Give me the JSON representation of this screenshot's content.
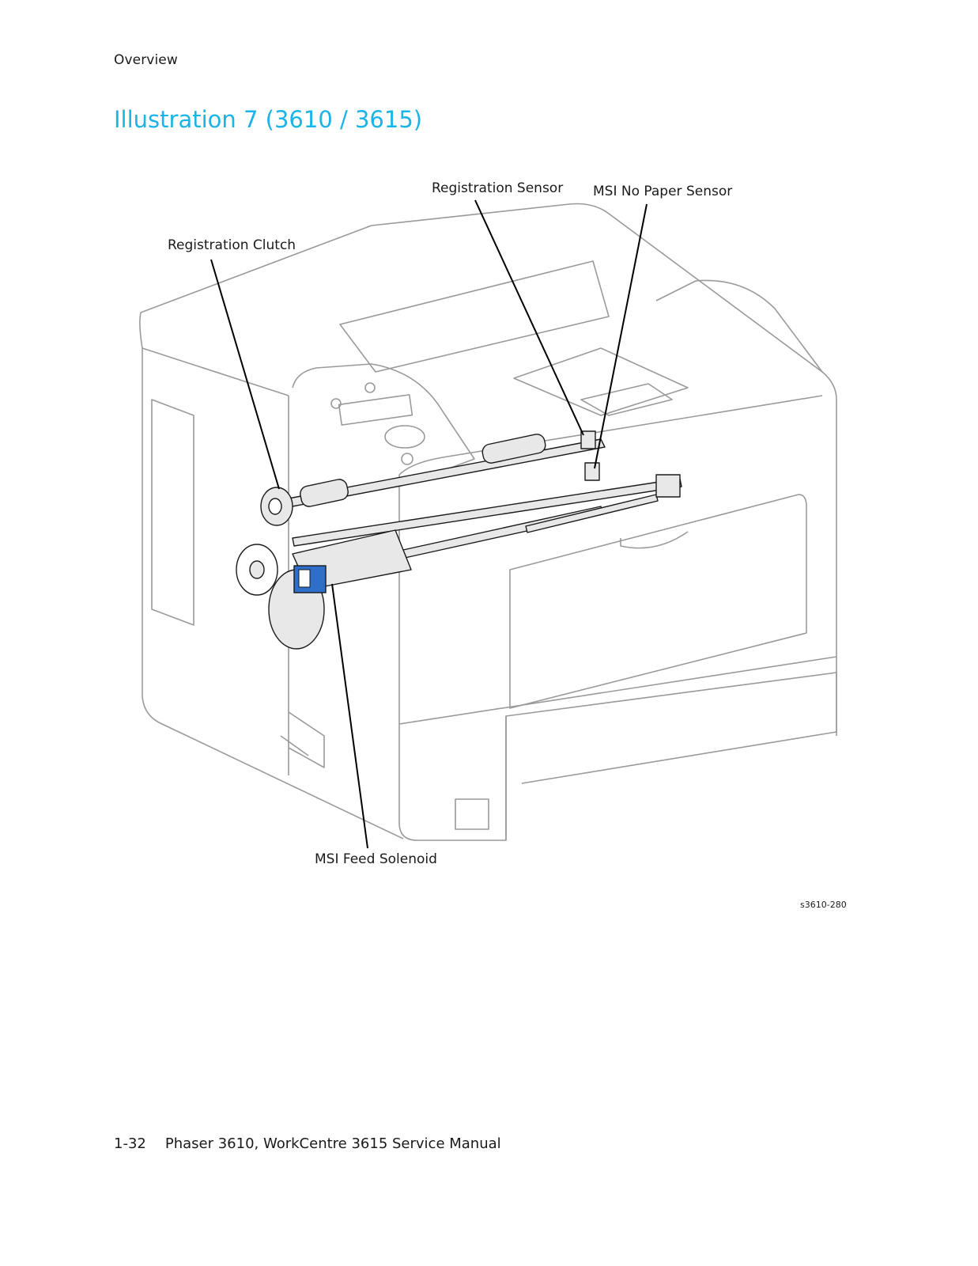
{
  "header": {
    "section": "Overview"
  },
  "title": "Illustration 7 (3610 / 3615)",
  "callouts": {
    "registration_sensor": "Registration Sensor",
    "msi_no_paper_sensor": "MSI No Paper Sensor",
    "registration_clutch": "Registration Clutch",
    "msi_feed_solenoid": "MSI Feed Solenoid"
  },
  "figure_id": "s3610-280",
  "footer": {
    "page_number": "1-32",
    "manual_title": "Phaser 3610, WorkCentre 3615 Service Manual"
  },
  "colors": {
    "title": "#1ab4e8",
    "outline": "#9a9a9a",
    "solenoid": "#2f6fc9"
  }
}
